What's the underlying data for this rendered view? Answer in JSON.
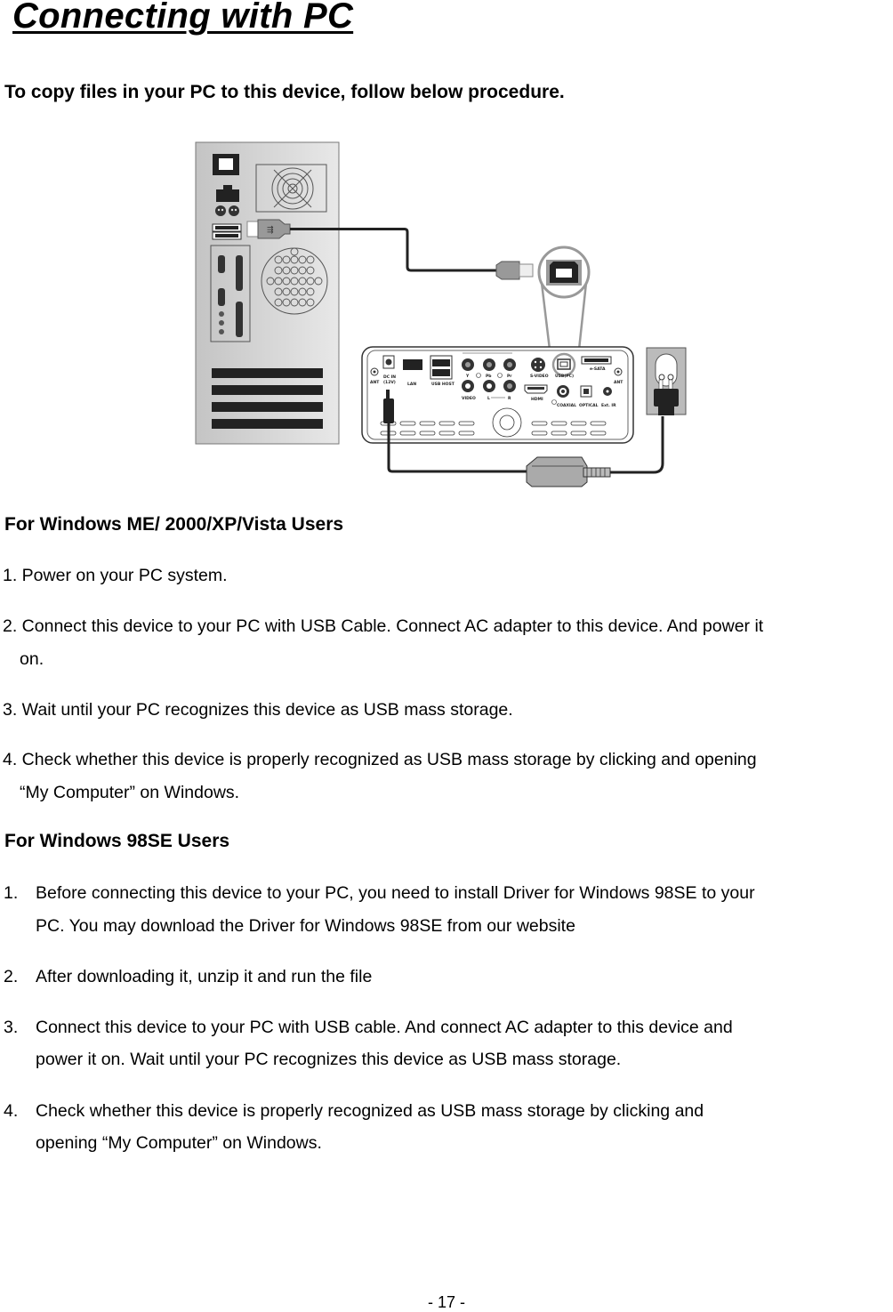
{
  "page": {
    "title": "Connecting with PC",
    "intro": "To copy files in your PC to this device, follow below procedure.",
    "page_number": "- 17 -"
  },
  "diagram": {
    "description": "PC tower rear panel connected via USB cable to media player rear panel; AC adapter connected to wall outlet",
    "device_labels": {
      "ant_left": "ANT",
      "dc_in": "DC IN",
      "dc_in_voltage": "(12V)",
      "lan": "LAN",
      "usb_host": "USB HOST",
      "y": "Y",
      "pb": "Pb",
      "pr": "Pr",
      "video": "VIDEO",
      "l": "L",
      "r": "R",
      "s_video": "S-VIDEO",
      "usb_pc": "USB(PC)",
      "esata": "e-SATA",
      "ant_right": "ANT",
      "hdmi": "HDMI",
      "coaxial": "COAXIAL",
      "optical": "OPTICAL",
      "ext_ir": "Ext. IR"
    }
  },
  "sections": [
    {
      "heading": "For Windows ME/ 2000/XP/Vista Users",
      "steps": [
        {
          "lines": [
            "1. Power on your PC system."
          ]
        },
        {
          "lines": [
            "2. Connect this device to your PC with USB Cable. Connect AC adapter to this device. And power it",
            "on."
          ]
        },
        {
          "lines": [
            "3. Wait until your PC recognizes this device as USB mass storage."
          ]
        },
        {
          "lines": [
            "4. Check whether this device is properly recognized as USB mass storage by clicking and opening",
            "“My Computer” on Windows."
          ]
        }
      ]
    },
    {
      "heading": "For Windows 98SE Users",
      "steps": [
        {
          "num": "1.",
          "lines": [
            "Before connecting this device to your PC, you need to install Driver for Windows 98SE to your",
            "PC. You may download the Driver for Windows 98SE from our website"
          ]
        },
        {
          "num": "2.",
          "lines": [
            "After downloading it, unzip it and run the file"
          ]
        },
        {
          "num": "3.",
          "lines": [
            "Connect this device to your PC with USB cable. And connect AC adapter to this device and",
            "power it on. Wait until your PC recognizes this device as USB mass storage."
          ]
        },
        {
          "num": "4.",
          "lines": [
            "Check whether this device is properly recognized as USB mass storage by clicking and",
            "opening “My Computer” on Windows."
          ]
        }
      ]
    }
  ]
}
